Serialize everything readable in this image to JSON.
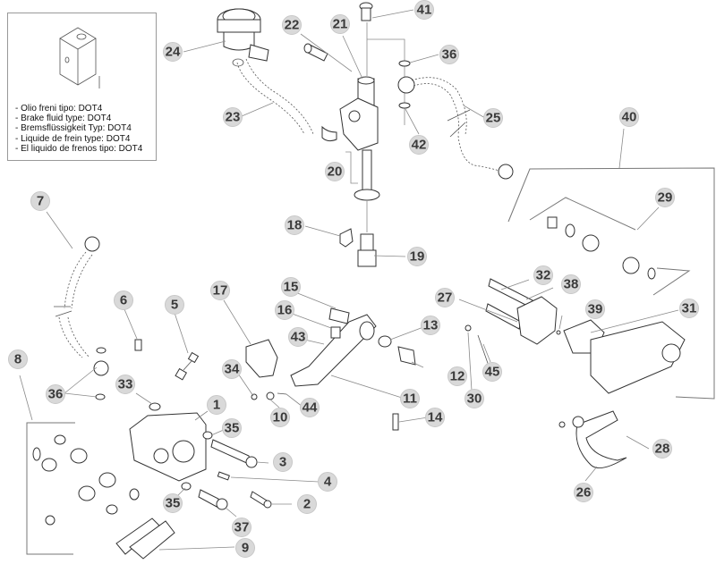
{
  "diagram": {
    "title": "Rear brake system exploded view",
    "fluid_note": {
      "lines": [
        "- Olio freni tipo: DOT4",
        "- Brake fluid type: DOT4",
        "- Bremsflüssigkeit Typ: DOT4",
        "- Liquide de frein type: DOT4",
        "- El liquido de frenos tipo: DOT4"
      ]
    },
    "callouts": [
      {
        "id": "1",
        "label": "1"
      },
      {
        "id": "2",
        "label": "2"
      },
      {
        "id": "3",
        "label": "3"
      },
      {
        "id": "4",
        "label": "4"
      },
      {
        "id": "5",
        "label": "5"
      },
      {
        "id": "6",
        "label": "6"
      },
      {
        "id": "7",
        "label": "7"
      },
      {
        "id": "8",
        "label": "8"
      },
      {
        "id": "9",
        "label": "9"
      },
      {
        "id": "10",
        "label": "10"
      },
      {
        "id": "11",
        "label": "11"
      },
      {
        "id": "12",
        "label": "12"
      },
      {
        "id": "13",
        "label": "13"
      },
      {
        "id": "14",
        "label": "14"
      },
      {
        "id": "15",
        "label": "15"
      },
      {
        "id": "16",
        "label": "16"
      },
      {
        "id": "17",
        "label": "17"
      },
      {
        "id": "18",
        "label": "18"
      },
      {
        "id": "19",
        "label": "19"
      },
      {
        "id": "20",
        "label": "20"
      },
      {
        "id": "21",
        "label": "21"
      },
      {
        "id": "22",
        "label": "22"
      },
      {
        "id": "23",
        "label": "23"
      },
      {
        "id": "24",
        "label": "24"
      },
      {
        "id": "25",
        "label": "25"
      },
      {
        "id": "26",
        "label": "26"
      },
      {
        "id": "27",
        "label": "27"
      },
      {
        "id": "28",
        "label": "28"
      },
      {
        "id": "29",
        "label": "29"
      },
      {
        "id": "30",
        "label": "30"
      },
      {
        "id": "31",
        "label": "31"
      },
      {
        "id": "32",
        "label": "32"
      },
      {
        "id": "33",
        "label": "33"
      },
      {
        "id": "34",
        "label": "34"
      },
      {
        "id": "35a",
        "label": "35"
      },
      {
        "id": "35b",
        "label": "35"
      },
      {
        "id": "36a",
        "label": "36"
      },
      {
        "id": "36b",
        "label": "36"
      },
      {
        "id": "37",
        "label": "37"
      },
      {
        "id": "38",
        "label": "38"
      },
      {
        "id": "39",
        "label": "39"
      },
      {
        "id": "40",
        "label": "40"
      },
      {
        "id": "41",
        "label": "41"
      },
      {
        "id": "42",
        "label": "42"
      },
      {
        "id": "43",
        "label": "43"
      },
      {
        "id": "44",
        "label": "44"
      },
      {
        "id": "45",
        "label": "45"
      }
    ]
  }
}
